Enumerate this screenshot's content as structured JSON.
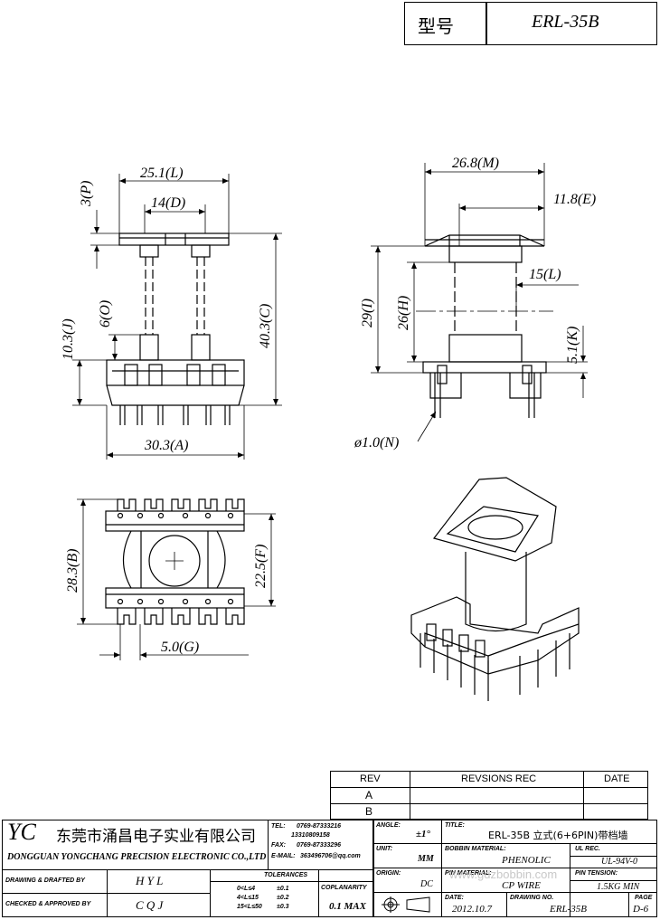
{
  "header": {
    "type_label": "型号",
    "model": "ERL-35B"
  },
  "dimensions": {
    "L_top": "25.1(L)",
    "D": "14(D)",
    "P": "3(P)",
    "J": "10.3(J)",
    "O": "6(O)",
    "C": "40.3(C)",
    "A": "30.3(A)",
    "M": "26.8(M)",
    "E": "11.8(E)",
    "I": "29(I)",
    "H": "26(H)",
    "L_side": "15(L)",
    "K": "5.1(K)",
    "N": "ø1.0(N)",
    "B": "28.3(B)",
    "F": "22.5(F)",
    "G": "5.0(G)"
  },
  "revision": {
    "rev_header": "REV",
    "rec_header": "REVSIONS  REC",
    "date_header": "DATE",
    "rows": [
      "A",
      "B"
    ]
  },
  "title_block": {
    "company_logo": "YC",
    "company_cn": "东莞市涌昌电子实业有限公司",
    "company_en": "DONGGUAN YONGCHANG PRECISION ELECTRONIC CO.,LTD",
    "tel_label": "TEL:",
    "tel_1": "0769-87333216",
    "tel_2": "13310809158",
    "fax_label": "FAX:",
    "fax": "0769-87333296",
    "email_label": "E-MAIL:",
    "email": "363496706@qq.com",
    "angle_label": "ANGLE:",
    "angle": "±1°",
    "title_label": "TITLE:",
    "title": "ERL-35B 立式(6+6PIN)带档墙",
    "unit_label": "UNIT:",
    "unit": "MM",
    "bobbin_label": "BOBBIN MATERIAL:",
    "bobbin": "PHENOLIC",
    "ul_label": "UL REC.",
    "ul": "UL-94V-0",
    "origin_label": "ORIGIN:",
    "origin": "DC",
    "pin_label": "PIN MATERIAL:",
    "pin": "CP WIRE",
    "tension_label": "PIN TENSION:",
    "tension": "1.5KG MIN",
    "drawing_label": "DRAWING & DRAFTED BY",
    "drawer": "H Y L",
    "checked_label": "CHECKED & APPROVED BY",
    "checker": "C Q J",
    "tolerances_label": "TOLERANCES",
    "tol_r1a": "0<L≤4",
    "tol_r1b": "±0.1",
    "tol_r2a": "4<L≤15",
    "tol_r2b": "±0.2",
    "tol_r3a": "15<L≤50",
    "tol_r3b": "±0.3",
    "coplanarity_label": "COPLANARITY",
    "coplanarity": "0.1 MAX",
    "date_label": "DATE:",
    "date": "2012.10.7",
    "drawing_no_label": "DRAWING NO.",
    "drawing_no": "ERL-35B",
    "page_label": "PAGE",
    "page": "D-6",
    "watermark": "www.gdzbobbin.com"
  }
}
